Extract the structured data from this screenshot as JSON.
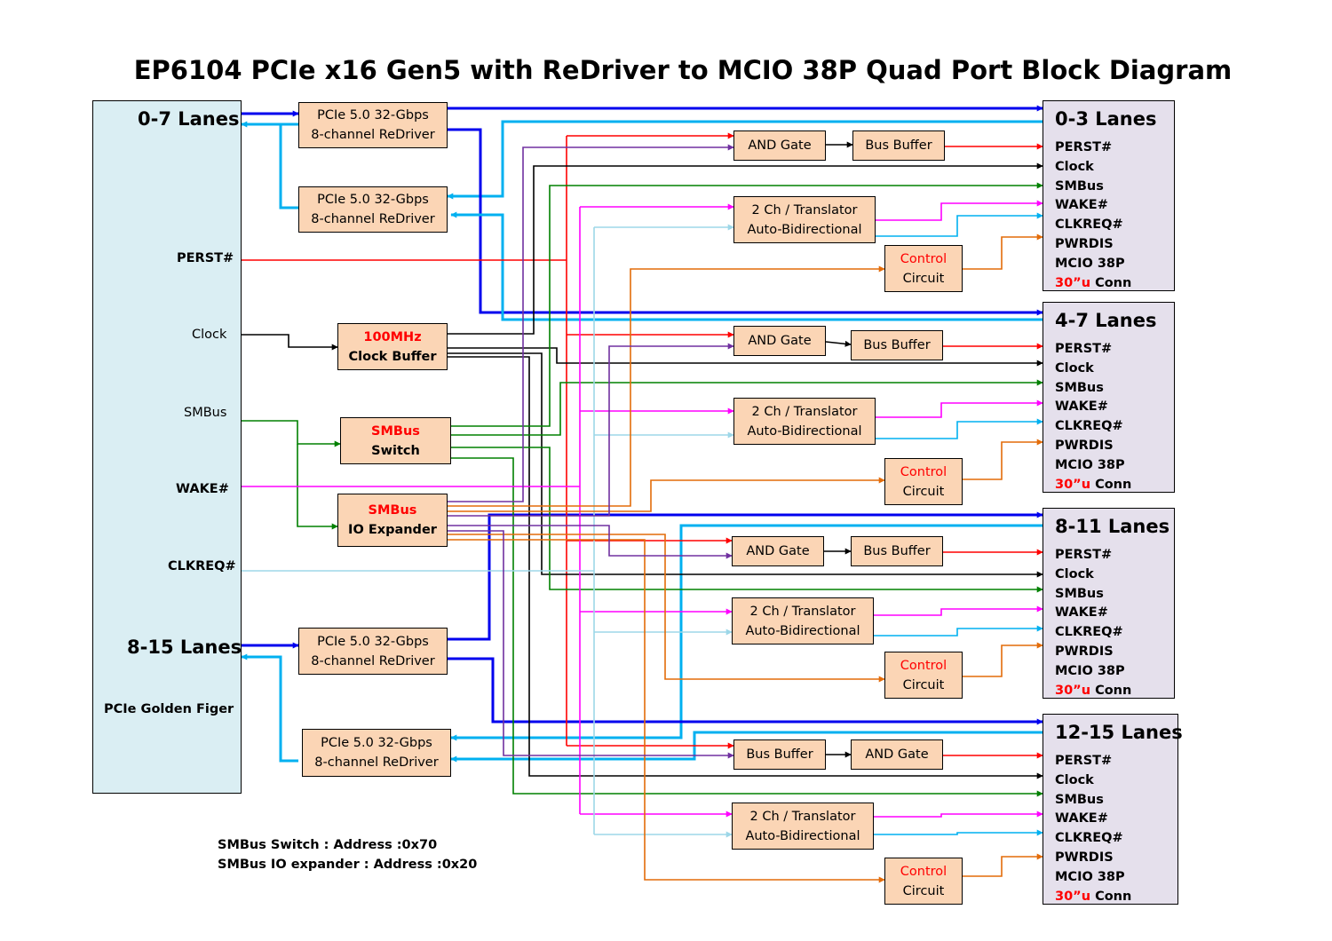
{
  "title": "EP6104 PCIe x16 Gen5 with ReDriver to MCIO 38P Quad Port Block Diagram",
  "golden_finger": {
    "lanes_top": "0-7 Lanes",
    "perst": "PERST#",
    "clock": "Clock",
    "smbus": "SMBus",
    "wake": "WAKE#",
    "clkreq": "CLKREQ#",
    "lanes_bottom": "8-15 Lanes",
    "footer": "PCIe Golden Figer"
  },
  "redriver": {
    "line1": "PCIe 5.0 32-Gbps",
    "line2": "8-channel ReDriver"
  },
  "clock_buffer": {
    "line1": "100MHz",
    "line2": "Clock Buffer"
  },
  "smbus_switch": {
    "line1": "SMBus",
    "line2": "Switch"
  },
  "io_expander": {
    "line1": "SMBus",
    "line2": "IO Expander"
  },
  "blocks": {
    "and_gate": "AND Gate",
    "bus_buffer": "Bus Buffer",
    "translator_line1": "2 Ch / Translator",
    "translator_line2": "Auto-Bidirectional",
    "control_line1": "Control",
    "control_line2": "Circuit"
  },
  "connectors": [
    {
      "title": "0-3 Lanes"
    },
    {
      "title": "4-7 Lanes"
    },
    {
      "title": "8-11 Lanes"
    },
    {
      "title": "12-15 Lanes"
    }
  ],
  "connector_pins": {
    "perst": "PERST#",
    "clock": "Clock",
    "smbus": "SMBus",
    "wake": "WAKE#",
    "clkreq": "CLKREQ#",
    "pwrdis": "PWRDIS",
    "mcio": "MCIO 38P",
    "conn_red": "30”u",
    "conn_text": " Conn"
  },
  "notes": {
    "switch_address": "SMBus Switch : Address :0x70",
    "expander_address": "SMBus IO expander : Address :0x20"
  },
  "colors": {
    "lane_blue": "#0000ee",
    "lane_cyan": "#00b0f0",
    "perst_red": "#ff0000",
    "clock_black": "#000000",
    "smbus_green": "#008000",
    "wake_magenta": "#ff00ff",
    "clkreq_lightblue": "#9dd7e8",
    "control_orange": "#e36c09",
    "io_purple": "#7030a0"
  }
}
